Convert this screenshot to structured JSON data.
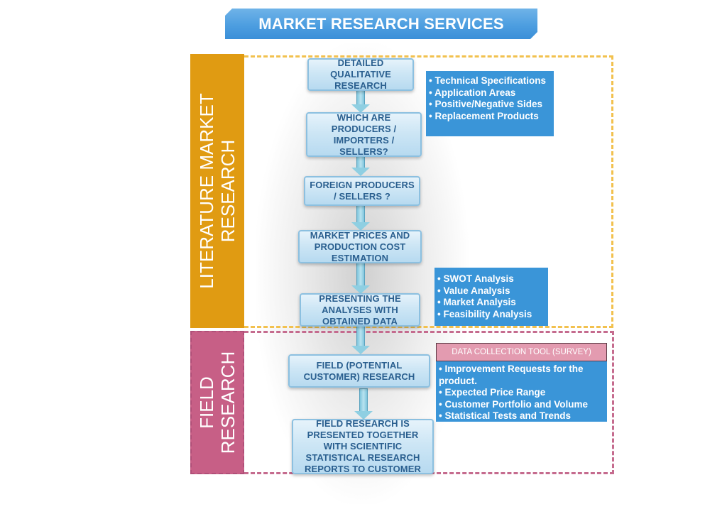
{
  "title": "MARKET RESEARCH SERVICES",
  "sections": {
    "literature": {
      "label_line1": "LITERATURE MARKET",
      "label_line2": "RESEARCH",
      "color": "#e09b12"
    },
    "field": {
      "label_line1": "FIELD",
      "label_line2": "RESEARCH",
      "color": "#c75f86"
    }
  },
  "steps": [
    {
      "text": "DETAILED QUALITATIVE RESEARCH"
    },
    {
      "text": "WHICH ARE PRODUCERS / IMPORTERS / SELLERS?"
    },
    {
      "text": "FOREIGN PRODUCERS / SELLERS ?"
    },
    {
      "text": "MARKET PRICES AND PRODUCTION COST ESTIMATION"
    },
    {
      "text": "PRESENTING THE ANALYSES WITH OBTAINED DATA"
    },
    {
      "text": "FIELD (POTENTIAL CUSTOMER) RESEARCH"
    },
    {
      "text": "FIELD RESEARCH IS PRESENTED TOGETHER WITH SCIENTIFIC STATISTICAL RESEARCH REPORTS TO CUSTOMER"
    }
  ],
  "info_boxes": {
    "qualitative": {
      "items": [
        "Technical Specifications",
        "Application Areas",
        "Positive/Negative Sides",
        "Replacement Products"
      ]
    },
    "analyses": {
      "items": [
        "SWOT Analysis",
        "Value Analysis",
        "Market Analysis",
        "Feasibility Analysis"
      ]
    },
    "survey": {
      "header": "DATA COLLECTION TOOL (SURVEY)",
      "items": [
        "Improvement Requests for the product.",
        "Expected Price Range",
        "Customer Portfolio and Volume",
        "Statistical Tests and Trends"
      ]
    }
  },
  "bullet": "•"
}
